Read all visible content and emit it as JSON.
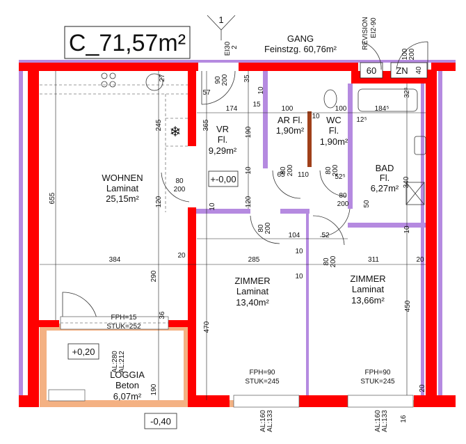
{
  "title": "C_71,57m²",
  "colors": {
    "bearing_wall": "#ff0000",
    "partition_wall": "#b58ae0",
    "loggia": "#f4b183",
    "brown_wall": "#a0401a"
  },
  "markers": {
    "section": "1",
    "fire_door": "EI30",
    "fire_door_sub": "2",
    "revision": "REVISION",
    "revision_rating": "EI2-90",
    "shaft_60": "60",
    "zn": "ZN",
    "zn_40": "40"
  },
  "rooms": {
    "gang": {
      "name": "GANG",
      "floor": "Feinstzg. 60,76m²"
    },
    "wohnen": {
      "name": "WOHNEN",
      "floor": "Laminat",
      "area": "25,15m²"
    },
    "vr": {
      "name": "VR",
      "floor": "Fl.",
      "area": "9,29m²"
    },
    "ar": {
      "name": "AR Fl.",
      "area": "1,90m²"
    },
    "wc": {
      "name": "WC",
      "floor": "Fl.",
      "area": "1,90m²"
    },
    "bad": {
      "name": "BAD",
      "floor": "Fl.",
      "area": "6,27m²"
    },
    "zimmer1": {
      "name": "ZIMMER",
      "floor": "Laminat",
      "area": "13,40m²"
    },
    "zimmer2": {
      "name": "ZIMMER",
      "floor": "Laminat",
      "area": "13,66m²"
    },
    "loggia": {
      "name": "LOGGIA",
      "floor": "Beton",
      "area": "6,07m²"
    }
  },
  "levels": {
    "vr": "+-0,00",
    "loggia": "+0,20",
    "outside": "-0,40"
  },
  "windows": {
    "wohnen": {
      "fph": "FPH=15",
      "stuk": "STUK=252",
      "al1": "AL:280",
      "al2": "AL:212"
    },
    "zimmer1": {
      "fph": "FPH=90",
      "stuk": "STUK=245",
      "al1": "AL:160",
      "al2": "AL:133"
    },
    "zimmer2": {
      "fph": "FPH=90",
      "stuk": "STUK=245",
      "al1": "AL:160",
      "al2": "AL:133"
    }
  },
  "doors": {
    "entry": {
      "w": "90",
      "h": "200"
    },
    "wohnen": {
      "w": "80",
      "h": "200"
    },
    "ar": {
      "w": "80",
      "h": "200"
    },
    "wc": {
      "w": "80",
      "h": "200"
    },
    "bad": {
      "w": "80",
      "h": "200"
    },
    "zimmer1": {
      "w": "80",
      "h": "200"
    },
    "zimmer2": {
      "w": "80",
      "h": "200"
    },
    "zn": {
      "w": "100",
      "h": "200"
    }
  },
  "dims": [
    "57",
    "174",
    "100",
    "100",
    "184⁵",
    "12⁵",
    "10",
    "15",
    "10",
    "35",
    "365",
    "190",
    "245",
    "27",
    "32⁵",
    "340",
    "10",
    "120",
    "120",
    "655",
    "10",
    "65",
    "110",
    "52⁵",
    "50",
    "104",
    "52",
    "10",
    "10",
    "384",
    "20",
    "285",
    "311",
    "20",
    "10",
    "290",
    "470",
    "450",
    "36",
    "190",
    "20",
    "16"
  ]
}
